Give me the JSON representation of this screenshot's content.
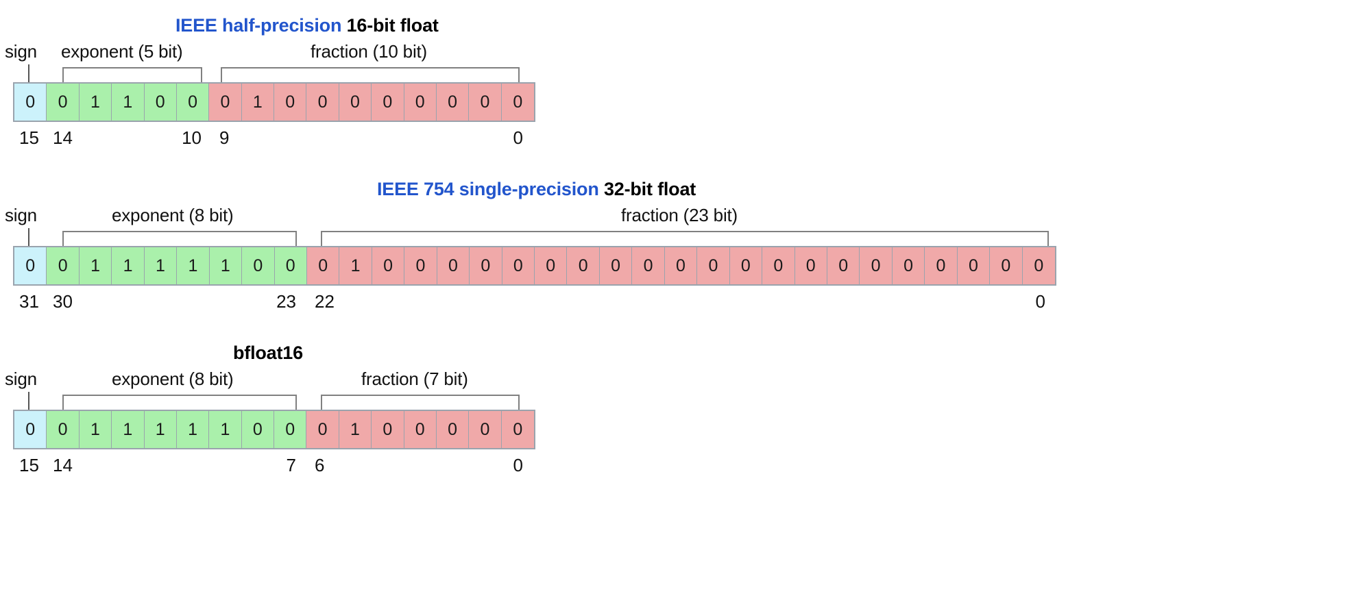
{
  "page": {
    "background": "#ffffff",
    "accent_color": "#2255cc",
    "sign_color": "#ccf2fb",
    "exponent_color": "#aaf0ab",
    "fraction_color": "#f0a9a9",
    "border_color": "#9aa3ad"
  },
  "formats": [
    {
      "id": "ieee-half-precision",
      "title_accent": "IEEE half-precision",
      "title_plain": "16-bit float",
      "labels": {
        "sign": "sign",
        "exponent": "exponent (5 bit)",
        "fraction": "fraction (10 bit)"
      },
      "bits": {
        "sign": [
          "0"
        ],
        "exponent": [
          "0",
          "1",
          "1",
          "0",
          "0"
        ],
        "fraction": [
          "0",
          "1",
          "0",
          "0",
          "0",
          "0",
          "0",
          "0",
          "0",
          "0"
        ]
      },
      "indices": {
        "sign_msb": "15",
        "exponent_msb": "14",
        "exponent_lsb": "10",
        "fraction_msb": "9",
        "fraction_lsb": "0"
      }
    },
    {
      "id": "ieee-754-single-precision",
      "title_accent": "IEEE 754 single-precision",
      "title_plain": "32-bit float",
      "labels": {
        "sign": "sign",
        "exponent": "exponent (8 bit)",
        "fraction": "fraction (23 bit)"
      },
      "bits": {
        "sign": [
          "0"
        ],
        "exponent": [
          "0",
          "1",
          "1",
          "1",
          "1",
          "1",
          "0",
          "0"
        ],
        "fraction": [
          "0",
          "1",
          "0",
          "0",
          "0",
          "0",
          "0",
          "0",
          "0",
          "0",
          "0",
          "0",
          "0",
          "0",
          "0",
          "0",
          "0",
          "0",
          "0",
          "0",
          "0",
          "0",
          "0"
        ]
      },
      "indices": {
        "sign_msb": "31",
        "exponent_msb": "30",
        "exponent_lsb": "23",
        "fraction_msb": "22",
        "fraction_lsb": "0"
      }
    },
    {
      "id": "bfloat16",
      "title_accent": "",
      "title_plain": "bfloat16",
      "labels": {
        "sign": "sign",
        "exponent": "exponent (8 bit)",
        "fraction": "fraction (7 bit)"
      },
      "bits": {
        "sign": [
          "0"
        ],
        "exponent": [
          "0",
          "1",
          "1",
          "1",
          "1",
          "1",
          "0",
          "0"
        ],
        "fraction": [
          "0",
          "1",
          "0",
          "0",
          "0",
          "0",
          "0"
        ]
      },
      "indices": {
        "sign_msb": "15",
        "exponent_msb": "14",
        "exponent_lsb": "7",
        "fraction_msb": "6",
        "fraction_lsb": "0"
      }
    }
  ]
}
